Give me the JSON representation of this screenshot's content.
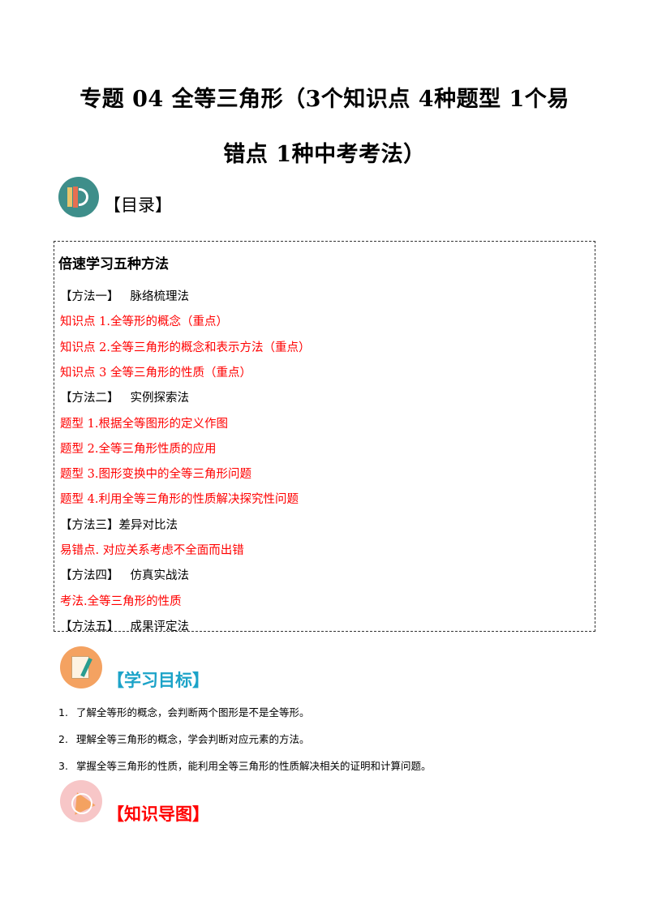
{
  "title": {
    "line1": "专题 04 全等三角形（3个知识点 4种题型 1个易",
    "line2": "错点 1种中考考法）"
  },
  "toc": {
    "label": "【目录】",
    "heading": "倍速学习五种方法",
    "lines": [
      {
        "text": "【方法一】",
        "extra": "脉络梳理法",
        "color": "black"
      },
      {
        "text": "知识点 1.全等形的概念（重点）",
        "color": "red"
      },
      {
        "text": "知识点 2.全等三角形的概念和表示方法（重点）",
        "color": "red"
      },
      {
        "text": "知识点 3 全等三角形的性质（重点）",
        "color": "red"
      },
      {
        "text": "【方法二】",
        "extra": "实例探索法",
        "color": "black"
      },
      {
        "text": "题型 1.根据全等图形的定义作图",
        "color": "red"
      },
      {
        "text": "题型 2.全等三角形性质的应用",
        "color": "red"
      },
      {
        "text": "题型 3.图形变换中的全等三角形问题",
        "color": "red"
      },
      {
        "text": "题型 4.利用全等三角形的性质解决探究性问题",
        "color": "red"
      },
      {
        "text": "【方法三】差异对比法",
        "color": "black"
      },
      {
        "text": "易错点. 对应关系考虑不全面而出错",
        "color": "red"
      },
      {
        "text": "【方法四】",
        "extra": "仿真实战法",
        "color": "black"
      },
      {
        "text": "考法.全等三角形的性质",
        "color": "red"
      },
      {
        "text": "【方法五】",
        "extra": "成果评定法",
        "color": "black"
      }
    ]
  },
  "goals": {
    "label": "【学习目标】",
    "items": [
      {
        "num": "1.",
        "text": "了解全等形的概念，会判断两个图形是不是全等形。"
      },
      {
        "num": "2.",
        "text": "理解全等三角形的概念，学会判断对应元素的方法。"
      },
      {
        "num": "3.",
        "text": "掌握全等三角形的性质，能利用全等三角形的性质解决相关的证明和计算问题。"
      }
    ]
  },
  "map": {
    "label": "【知识导图】"
  },
  "icons": {
    "toc": "books-icon",
    "goals": "notebook-pencil-icon",
    "map": "ruler-protractor-icon"
  },
  "colors": {
    "red": "#ff0000",
    "goal_label": "#1ca3c8",
    "map_label": "#ff0000"
  }
}
